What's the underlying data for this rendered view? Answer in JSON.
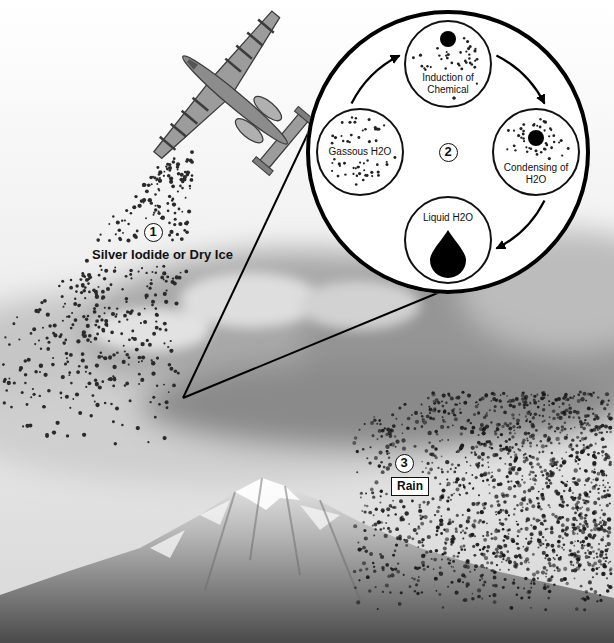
{
  "diagram": {
    "nodes": [
      {
        "text": [
          "2"
        ]
      },
      {
        "text": [
          "Induction of Chemical"
        ],
        "in": 0
      },
      {
        "text": [
          "Gassous H2O"
        ],
        "in": 0
      },
      {
        "text": [
          "Condensing of H2O"
        ],
        "in": 0
      },
      {
        "text": [
          "Liquid H2O"
        ],
        "in": 0
      },
      {
        "text": [
          "Rain"
        ]
      }
    ],
    "edges": [
      {
        "from": 2,
        "to": 1,
        "arrow": "to"
      },
      {
        "from": 1,
        "to": 3,
        "arrow": "to"
      },
      {
        "from": 3,
        "to": 4,
        "arrow": "to"
      }
    ],
    "labels": [
      "1",
      "Silver Iodide or Dry Ice",
      "3"
    ]
  }
}
